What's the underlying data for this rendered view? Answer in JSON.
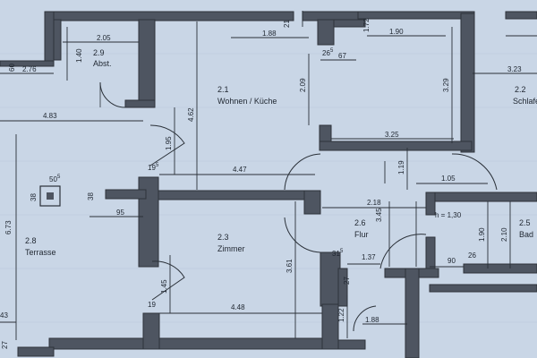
{
  "rooms": {
    "r29_num": "2.9",
    "r29_name": "Abst.",
    "r21_num": "2.1",
    "r21_name": "Wohnen / Küche",
    "r22_num": "2.2",
    "r22_name": "Schlafe",
    "r28_num": "2.8",
    "r28_name": "Terrasse",
    "r23_num": "2.3",
    "r23_name": "Zimmer",
    "r26_num": "2.6",
    "r26_name": "Flur",
    "r25_num": "2.5",
    "r25_name": "Bad"
  },
  "dims": {
    "d205": "2.05",
    "d140": "1.40",
    "d188": "1.88",
    "d21": "21",
    "d172": "1.72",
    "d190": "1.90",
    "d26a": "26",
    "d67": "67",
    "d209": "2.09",
    "d329": "3.29",
    "d323": "3.23",
    "d60": "60",
    "d276": "2.76",
    "d483": "4.83",
    "d462": "4.62",
    "d325": "3.25",
    "d195": "1.95",
    "d19a": "19",
    "d447": "4.47",
    "d119": "1.19",
    "d105": "1.05",
    "d50": "50",
    "d38a": "38",
    "d38b": "38",
    "d673": "6.73",
    "d95": "95",
    "d218": "2.18",
    "d345": "3.45",
    "dh130": "h = 1,30",
    "d190b": "1.90",
    "d210": "2.10",
    "d31": "31",
    "d361": "3.61",
    "d145": "1.45",
    "d137": "1.37",
    "d90": "90",
    "d26b": "26",
    "d27": "27",
    "d19b": "19",
    "d448": "4.48",
    "d122": "1.22",
    "d188b": "1.88",
    "d43": "43",
    "d27b": "27"
  },
  "superscripts": {
    "s26": "5",
    "s19": "5",
    "s50": "5",
    "s31": "5"
  }
}
